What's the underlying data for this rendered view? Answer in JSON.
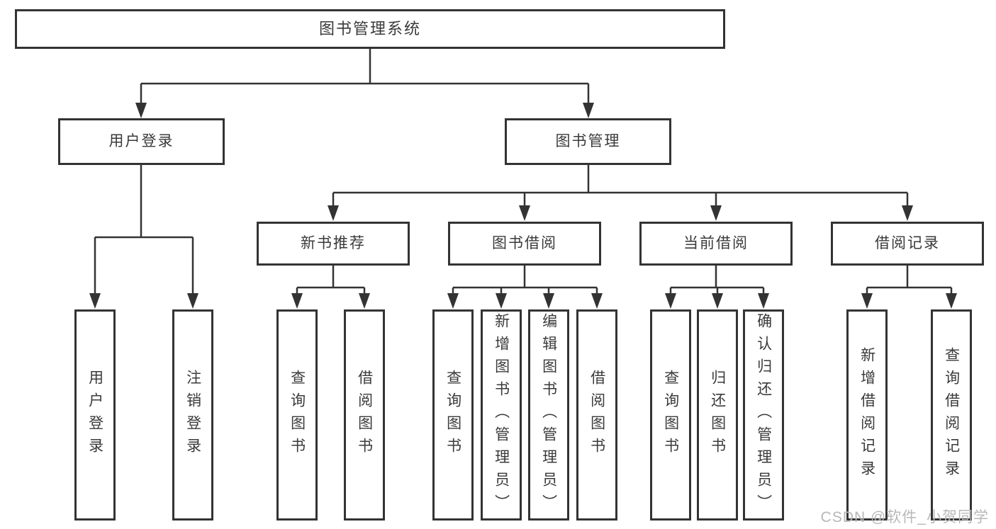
{
  "diagram": {
    "root": "图书管理系统",
    "login": {
      "label": "用户登录",
      "children": [
        "用户登录",
        "注销登录"
      ]
    },
    "management": {
      "label": "图书管理",
      "sections": [
        {
          "label": "新书推荐",
          "children": [
            "查询图书",
            "借阅图书"
          ]
        },
        {
          "label": "图书借阅",
          "children": [
            "查询图书",
            "新增图书（管理员）",
            "编辑图书（管理员）",
            "借阅图书"
          ]
        },
        {
          "label": "当前借阅",
          "children": [
            "查询图书",
            "归还图书",
            "确认归还（管理员）"
          ]
        },
        {
          "label": "借阅记录",
          "children": [
            "新增借阅记录",
            "查询借阅记录"
          ]
        }
      ]
    }
  },
  "watermark": "CSDN @软件_小贺同学",
  "colors": {
    "line": "#333333",
    "text": "#3a3a3a",
    "watermark": "#b8b8b8",
    "background": "#ffffff"
  }
}
